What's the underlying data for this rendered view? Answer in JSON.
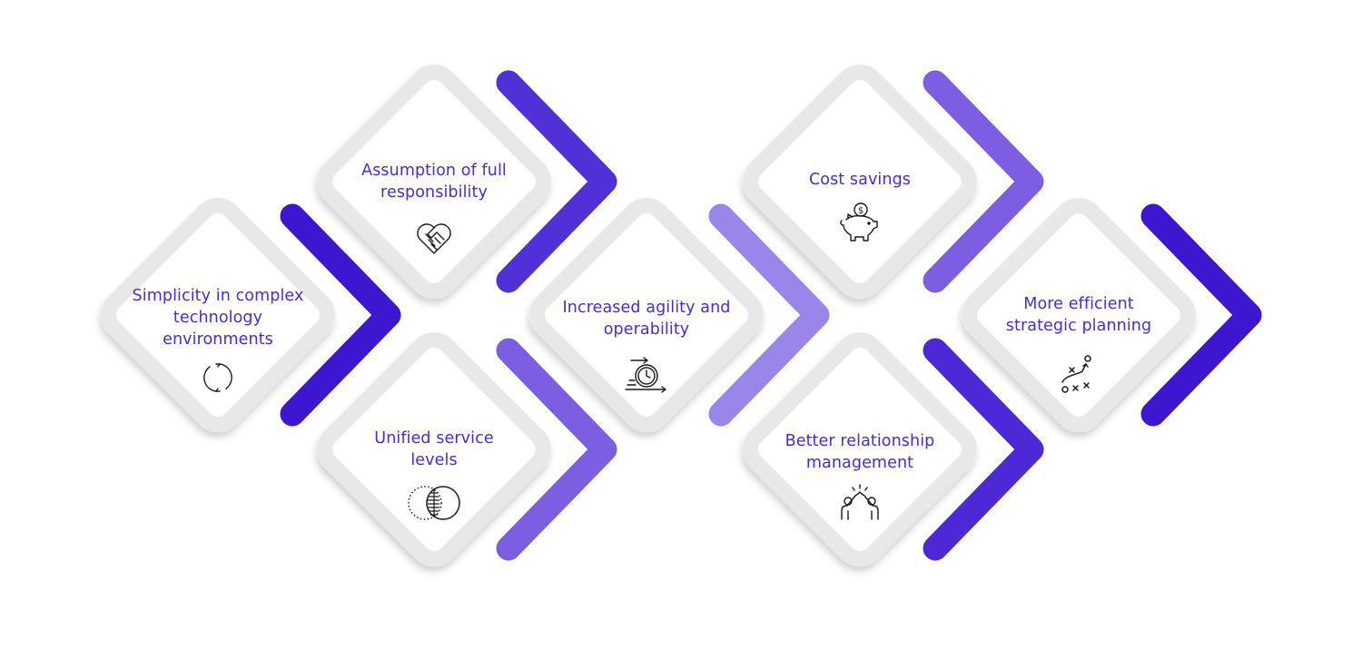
{
  "colors": {
    "text": "#4a2bd6",
    "frame": "#e8e8e8",
    "chevron_dark": "#3d17cf",
    "chevron_medium": "#5130d8",
    "chevron_soft": "#7b5ee2",
    "chevron_light": "#9a86ea",
    "icon_stroke": "#1a1a1a"
  },
  "items": [
    {
      "label": "Simplicity in complex technology environments",
      "icon": "refresh-icon"
    },
    {
      "label": "Assumption of full responsibility",
      "icon": "handshake-heart-icon"
    },
    {
      "label": "Unified service levels",
      "icon": "venn-circles-icon"
    },
    {
      "label": "Increased agility and operability",
      "icon": "fast-stopwatch-icon"
    },
    {
      "label": "Cost savings",
      "icon": "piggy-bank-icon"
    },
    {
      "label": "Better relationship management",
      "icon": "high-five-icon"
    },
    {
      "label": "More efficient strategic planning",
      "icon": "strategy-plan-icon"
    }
  ]
}
